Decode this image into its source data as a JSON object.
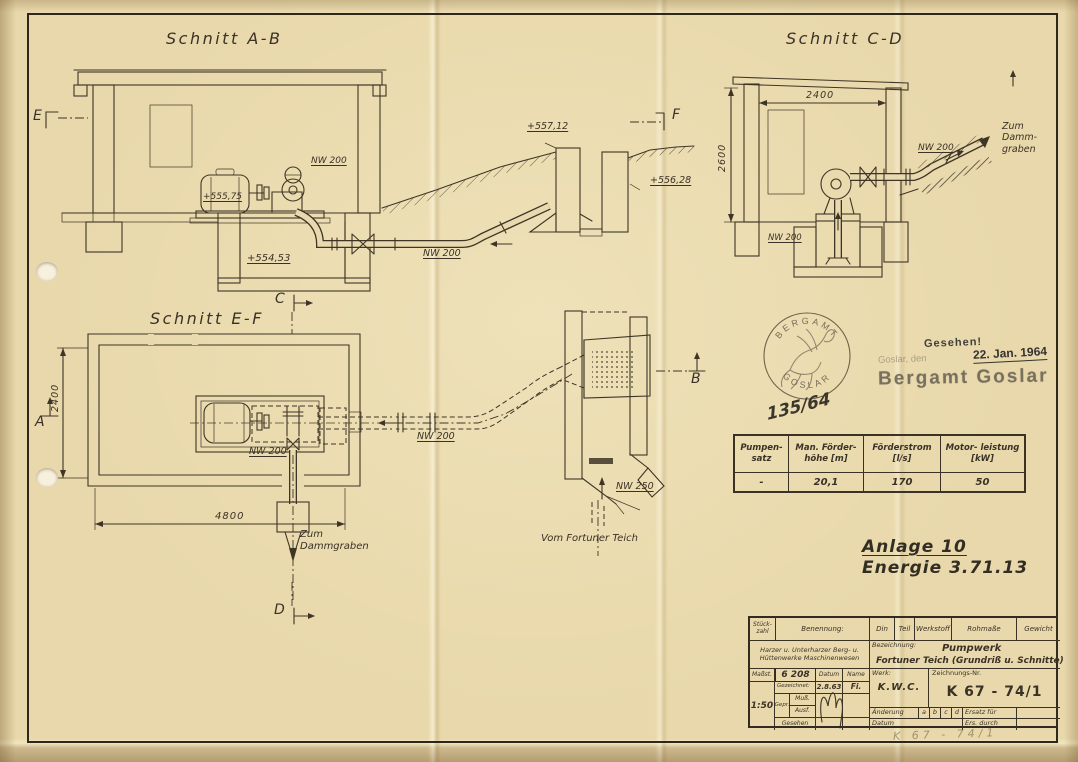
{
  "ab": {
    "title": "Schnitt A-B",
    "nw200_pump": "NW 200",
    "elev_floor": "+555,75",
    "elev_pit": "+554,53",
    "nw200_suction": "NW 200",
    "elev_outlet_left": "+557,12",
    "elev_outlet_right": "+556,28"
  },
  "cd": {
    "title": "Schnitt C-D",
    "dim_width": "2400",
    "dim_height": "2600",
    "nw200_discharge": "NW 200",
    "nw200_pit": "NW 200",
    "to_dammgraben": "Zum\nDamm-\ngraben"
  },
  "ef": {
    "title": "Schnitt E-F",
    "dim_width": "4800",
    "dim_height": "2400",
    "nw200_discharge": "NW 200",
    "to_dammgraben": "Zum\nDammgraben"
  },
  "intake": {
    "nw200": "NW 200",
    "nw250": "NW 250",
    "from_pond": "Vom Fortuner Teich"
  },
  "markers": {
    "a": "A",
    "b": "B",
    "c": "C",
    "d": "D",
    "e": "E",
    "f": "F"
  },
  "stamp": {
    "seal_top": "BERGAMT",
    "seal_bottom": "GOSLAR",
    "gesehen": "Gesehen!",
    "goslar_den": "Goslar, den",
    "date": "22. Jan. 1964",
    "office": "Bergamt Goslar",
    "file_number": "135/64"
  },
  "pump_table": {
    "headers": [
      "Pumpen-\nsatz",
      "Man. Förder-\nhöhe\n[m]",
      "Förderstrom\n[l/s]",
      "Motor-\nleistung\n[kW]"
    ],
    "values": [
      "-",
      "20,1",
      "170",
      "50"
    ]
  },
  "annotation": {
    "line1": "Anlage 10",
    "line2": "Energie 3.71.13"
  },
  "title_block": {
    "stueckzahl": "Stück-\nzahl",
    "benennung": "Benennung:",
    "din": "Din",
    "teil": "Teil",
    "werkstoff": "Werkstoff",
    "rohmasse": "Rohmaße",
    "gewicht": "Gewicht",
    "company": "Harzer u. Unterharzer\nBerg- u. Hüttenwerke\nMaschinenwesen",
    "bezeichnung_label": "Bezeichnung:",
    "bezeichnung_line1": "Pumpwerk",
    "bezeichnung_line2": "Fortuner Teich (Grundriß u. Schnitte)",
    "massstab_label": "Maßst.",
    "massstab": "1:50",
    "model_no": "6 208",
    "datum_header": "Datum",
    "name_header": "Name",
    "gezeichnet": "Gezeichnet:",
    "gezeichnet_datum": "2.8.63",
    "gezeichnet_name": "Fi.",
    "gepr": "Gepr.",
    "muss": "Muß.",
    "ausf": "Ausf.",
    "gesehen": "Gesehen",
    "werk_label": "Werk:",
    "werk": "K.W.C.",
    "zeichnung_label": "Zeichnungs-Nr.",
    "zeichnung_nr": "K 67 - 74/1",
    "aenderung": "Änderung",
    "rev_a": "a",
    "rev_b": "b",
    "rev_c": "c",
    "rev_d": "d",
    "ersatz_fuer": "Ersatz für",
    "datum2": "Datum",
    "ers_durch": "Ers. durch",
    "pencil_note": "K 67 - 74/1"
  }
}
